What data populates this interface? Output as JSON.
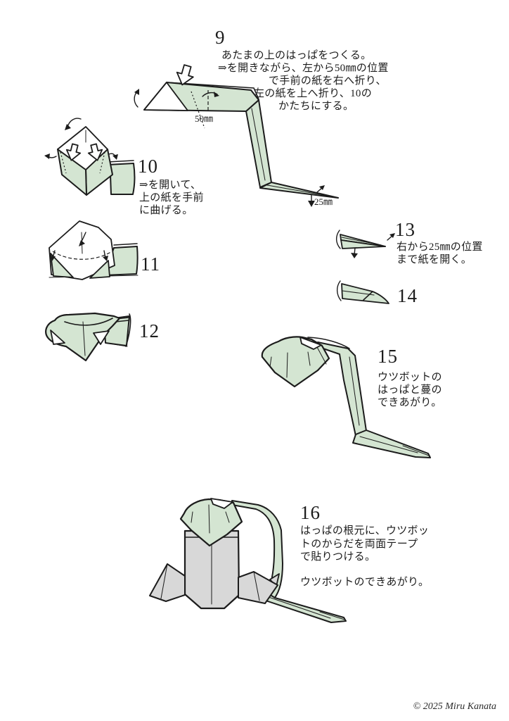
{
  "colors": {
    "paper_green": "#d4e5d2",
    "paper_gray": "#d8d8d8",
    "ink": "#1c1c1c"
  },
  "steps": {
    "step9": {
      "number": "9",
      "lines": [
        "あたまの上のはっぱをつくる。",
        "⇒を開きながら、左から50㎜の位置",
        "で手前の紙を右へ折り、",
        "左の紙を上へ折り、10の",
        "かたちにする。"
      ],
      "labels": {
        "fold_position": "50㎜",
        "tip_measure": "25㎜"
      }
    },
    "step10": {
      "number": "10",
      "lines": [
        "⇒を開いて、",
        "上の紙を手前",
        "に曲げる。"
      ]
    },
    "step11": {
      "number": "11"
    },
    "step12": {
      "number": "12"
    },
    "step13": {
      "number": "13",
      "lines": [
        "右から25㎜の位置",
        "まで紙を開く。"
      ]
    },
    "step14": {
      "number": "14"
    },
    "step15": {
      "number": "15",
      "lines": [
        "ウツボットの",
        "はっぱと蔓の",
        "できあがり。"
      ]
    },
    "step16": {
      "number": "16",
      "lines": [
        "はっぱの根元に、ウツボッ",
        "トのからだを両面テープ",
        "で貼りつける。",
        "",
        "ウツボットのできあがり。"
      ]
    }
  },
  "footer": {
    "copyright": "© 2025 Miru Kanata"
  }
}
